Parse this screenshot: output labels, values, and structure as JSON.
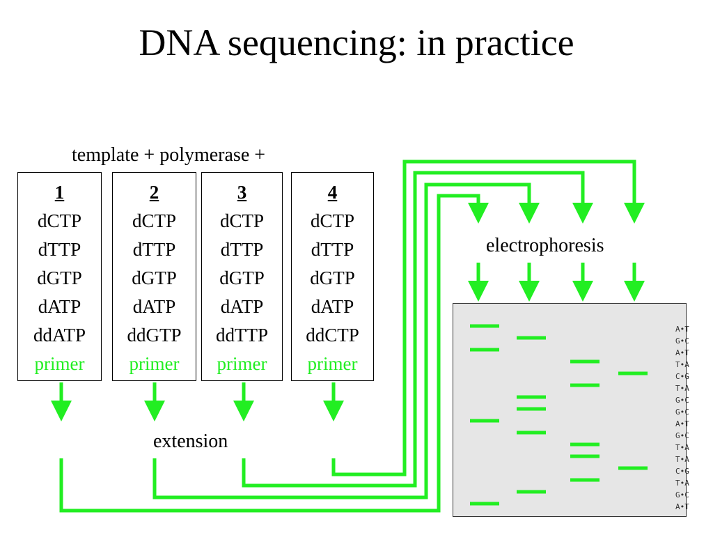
{
  "title": "DNA sequencing:  in practice",
  "template_label": "template + polymerase +",
  "extension_label": "extension",
  "electrophoresis_label": "electrophoresis",
  "colors": {
    "green": "#22ee22",
    "gel": "#e6e6e6"
  },
  "tubes": [
    {
      "number": "1",
      "items": [
        "dCTP",
        "dTTP",
        "dGTP",
        "dATP",
        "ddATP"
      ],
      "primer": "primer"
    },
    {
      "number": "2",
      "items": [
        "dCTP",
        "dTTP",
        "dGTP",
        "dATP",
        "ddGTP"
      ],
      "primer": "primer"
    },
    {
      "number": "3",
      "items": [
        "dCTP",
        "dTTP",
        "dGTP",
        "dATP",
        "ddTTP"
      ],
      "primer": "primer"
    },
    {
      "number": "4",
      "items": [
        "dCTP",
        "dTTP",
        "dGTP",
        "dATP",
        "ddCTP"
      ],
      "primer": "primer"
    }
  ],
  "sequence": [
    "A•T",
    "G•C",
    "A•T",
    "T•A",
    "C•G",
    "T•A",
    "G•C",
    "G•C",
    "A•T",
    "G•C",
    "T•A",
    "T•A",
    "C•G",
    "T•A",
    "G•C",
    "A•T"
  ]
}
